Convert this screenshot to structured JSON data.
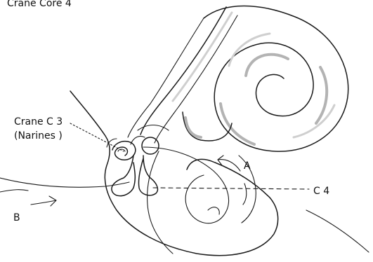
{
  "labels": {
    "top_title": "Crane  Core 4",
    "c3_line1": "Crane C 3",
    "c3_line2": "(Narines )",
    "label_a": "A",
    "label_b": "B",
    "label_c4": "C 4"
  },
  "colors": {
    "ink": "#1a1a1a",
    "shading": "#b3b3b3",
    "background": "#ffffff"
  }
}
